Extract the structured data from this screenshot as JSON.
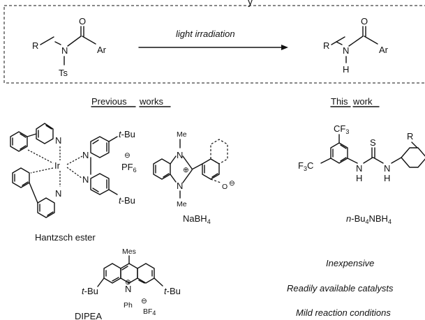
{
  "header": {
    "title_fragment": "y",
    "condition": "light irradiation"
  },
  "reactant": {
    "R": "R",
    "N": "N",
    "O": "O",
    "Ar": "Ar",
    "Ts": "Ts"
  },
  "product": {
    "R": "R",
    "N": "N",
    "H": "H",
    "O": "O",
    "Ar": "Ar"
  },
  "sections": {
    "previous": {
      "word1": "Previous",
      "word2": "works"
    },
    "current": {
      "word1": "This",
      "word2": "work"
    }
  },
  "previous_reagents": {
    "iridium": {
      "metal": "Ir",
      "tBu1": "t-Bu",
      "tBu2": "t-Bu",
      "anion": "PF",
      "anion_sub": "6",
      "charge": "⊖"
    },
    "benzimidazole": {
      "me1": "Me",
      "me2": "Me",
      "n1": "N",
      "n2": "N",
      "plus": "⊕",
      "oxide": "O",
      "minus": "⊖"
    },
    "hydride": {
      "text": "NaBH",
      "sub": "4"
    },
    "hantzsch": "Hantzsch ester",
    "acridinium": {
      "mes": "Mes",
      "tBuL": "t-Bu",
      "tBuR": "t-Bu",
      "n": "N",
      "plus": "⊕",
      "ph": "Ph",
      "anion": "BF",
      "anion_sub": "4",
      "minus": "⊖"
    },
    "dipea": "DIPEA"
  },
  "this_work": {
    "cf3_top": {
      "text": "CF",
      "sub": "3"
    },
    "cf3_left": {
      "pre": "F",
      "sub": "3",
      "post": "C"
    },
    "s": "S",
    "n1": "N",
    "n2": "N",
    "h1": "H",
    "h2": "H",
    "r": "R",
    "reductant": {
      "prefix": "n",
      "mid": "-Bu",
      "sub1": "4",
      "nb": "NBH",
      "sub2": "4"
    }
  },
  "advantages": [
    "Inexpensive",
    "Readily available catalysts",
    "Mild reaction conditions"
  ]
}
